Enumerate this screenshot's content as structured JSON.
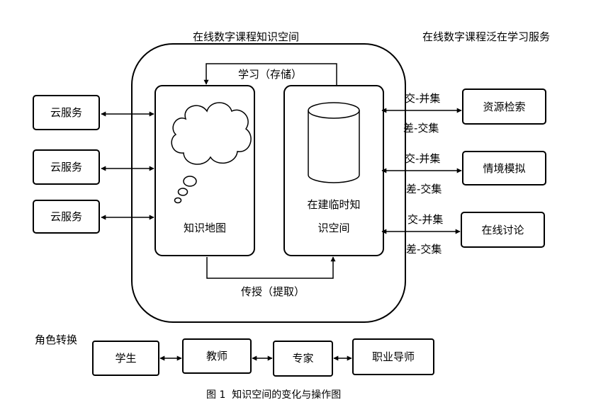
{
  "titles": {
    "space": "在线数字课程知识空间",
    "service": "在线数字课程泛在学习服务"
  },
  "cloud_services": [
    "云服务",
    "云服务",
    "云服务"
  ],
  "knowledge_map": "知识地图",
  "temp_space": [
    "在建临时知",
    "识空间"
  ],
  "flows": {
    "learn": "学习（存储）",
    "teach": "传授（提取）"
  },
  "services": [
    {
      "name": "资源检索",
      "op_top": "交-并集",
      "op_bottom": "差-交集"
    },
    {
      "name": "情境模拟",
      "op_top": "交-并集",
      "op_bottom": "差-交集"
    },
    {
      "name": "在线讨论",
      "op_top": "交-并集",
      "op_bottom": "差-交集"
    }
  ],
  "roles": {
    "label": "角色转换",
    "items": [
      "学生",
      "教师",
      "专家",
      "职业导师"
    ]
  },
  "caption": "图 1  知识空间的变化与操作图"
}
